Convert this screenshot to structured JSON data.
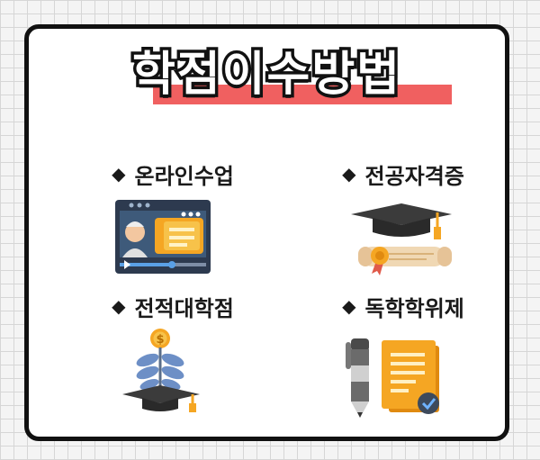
{
  "title": "학점이수방법",
  "bullet": "◆",
  "items": [
    {
      "label": "온라인수업",
      "icon": "online-lecture-icon"
    },
    {
      "label": "전공자격증",
      "icon": "graduation-cap-certificate-icon"
    },
    {
      "label": "전적대학점",
      "icon": "coin-plant-graduation-cap-icon"
    },
    {
      "label": "독학학위제",
      "icon": "pen-and-document-icon"
    }
  ],
  "colors": {
    "accent": "#f06060",
    "frame": "#111111",
    "orange": "#f5a623"
  }
}
